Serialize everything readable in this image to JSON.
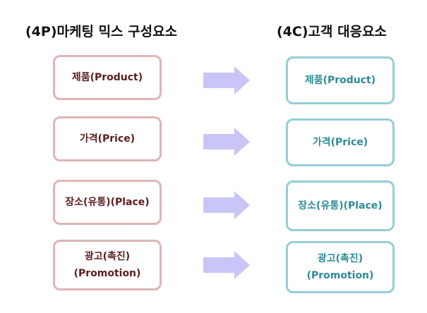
{
  "left_column": {
    "title": "(4P)마케팅 믹스 구성요소",
    "items": [
      {
        "lines": [
          "제품(Product)"
        ]
      },
      {
        "lines": [
          "가격(Price)"
        ]
      },
      {
        "lines": [
          "장소(유통)(Place)"
        ]
      },
      {
        "lines": [
          "광고(촉진)",
          "(Promotion)"
        ]
      }
    ],
    "border_color": "#dfb4b5",
    "text_color": "#5c1e1e"
  },
  "right_column": {
    "title": "(4C)고객 대응요소",
    "items": [
      {
        "lines": [
          "제품(Product)"
        ]
      },
      {
        "lines": [
          "가격(Price)"
        ]
      },
      {
        "lines": [
          "장소(유통)(Place)"
        ]
      },
      {
        "lines": [
          "광고(촉진)",
          "(Promotion)"
        ]
      }
    ],
    "border_color": "#95cdd6",
    "text_color": "#2c8c98"
  },
  "arrows": {
    "color": "#c9c6f7",
    "icon": "right-arrow-icon"
  }
}
